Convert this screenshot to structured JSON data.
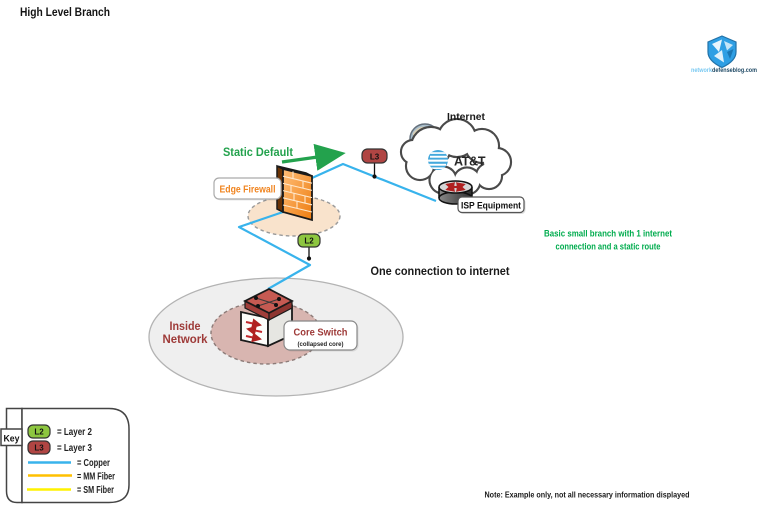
{
  "title": "High Level Branch",
  "logo": {
    "brand_light": "network",
    "brand_dark": "defenseblog.com"
  },
  "diagram": {
    "internet_label": "Internet",
    "att_label": "AT&T",
    "isp_equipment_label": "ISP Equipment",
    "static_default_label": "Static Default",
    "edge_firewall_label": "Edge Firewall",
    "l3_badge": "L3",
    "l2_badge": "L2",
    "one_connection_label": "One connection to internet",
    "note_green_line1": "Basic small branch with 1 internet",
    "note_green_line2": "connection and a static route",
    "inside_network_line1": "Inside",
    "inside_network_line2": "Network",
    "core_switch_label": "Core Switch",
    "core_switch_sublabel": "(collapsed core)",
    "bottom_note": "Note: Example only, not all necessary information displayed"
  },
  "key": {
    "label": "Key",
    "layer2_badge": "L2",
    "layer2_text": "= Layer 2",
    "layer3_badge": "L3",
    "layer3_text": "= Layer 3",
    "copper_text": "= Copper",
    "mm_fiber_text": "= MM Fiber",
    "sm_fiber_text": "= SM Fiber"
  },
  "colors": {
    "copper": "#38B3EC",
    "mm_fiber": "#FFC000",
    "sm_fiber": "#FFF200",
    "layer2": "#8DC63F",
    "layer3": "#B04543",
    "static_green": "#23A24D",
    "note_green": "#00AC4E",
    "edge_orange": "#F0841F",
    "inside_red": "#9E3A38"
  }
}
